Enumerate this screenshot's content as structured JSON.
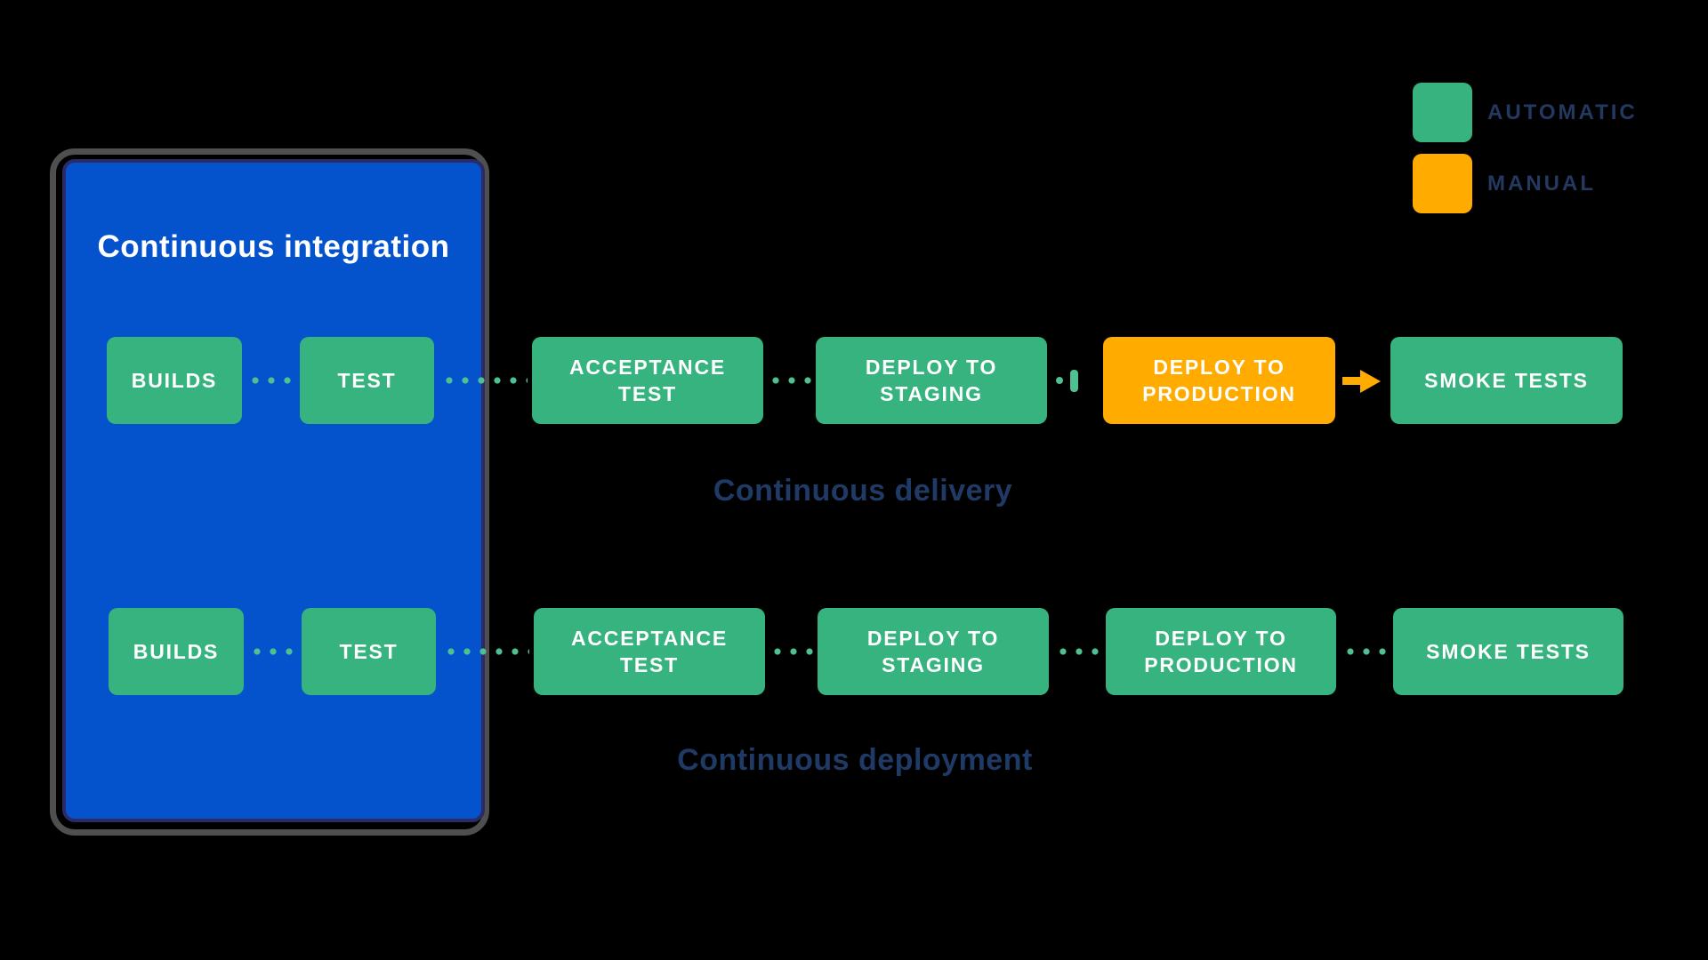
{
  "legend": {
    "items": [
      {
        "label": "AUTOMATIC",
        "mode": "automatic"
      },
      {
        "label": "MANUAL",
        "mode": "manual"
      }
    ]
  },
  "ci_box": {
    "title": "Continuous integration"
  },
  "pipelines": [
    {
      "id": "continuous-delivery",
      "caption": "Continuous delivery",
      "stages": [
        {
          "label": "BUILDS",
          "mode": "automatic"
        },
        {
          "label": "TEST",
          "mode": "automatic"
        },
        {
          "label": "ACCEPTANCE\nTEST",
          "mode": "automatic"
        },
        {
          "label": "DEPLOY TO\nSTAGING",
          "mode": "automatic"
        },
        {
          "label": "DEPLOY TO\nPRODUCTION",
          "mode": "manual"
        },
        {
          "label": "SMOKE TESTS",
          "mode": "automatic"
        }
      ],
      "connectors": [
        "dots",
        "dots",
        "dots",
        "manual-gate",
        "manual-arrow"
      ]
    },
    {
      "id": "continuous-deployment",
      "caption": "Continuous deployment",
      "stages": [
        {
          "label": "BUILDS",
          "mode": "automatic"
        },
        {
          "label": "TEST",
          "mode": "automatic"
        },
        {
          "label": "ACCEPTANCE\nTEST",
          "mode": "automatic"
        },
        {
          "label": "DEPLOY TO\nSTAGING",
          "mode": "automatic"
        },
        {
          "label": "DEPLOY TO\nPRODUCTION",
          "mode": "automatic"
        },
        {
          "label": "SMOKE TESTS",
          "mode": "automatic"
        }
      ],
      "connectors": [
        "dots",
        "dots",
        "dots",
        "dots",
        "dots"
      ]
    }
  ],
  "colors": {
    "automatic": "#36B37E",
    "manual": "#FFAB00",
    "ci_box": "#0452CC",
    "connector_dot": "#4EC092",
    "caption_text": "#203A66",
    "legend_text": "#24395F",
    "stage_text": "#FFFFFF",
    "background": "#000000"
  }
}
